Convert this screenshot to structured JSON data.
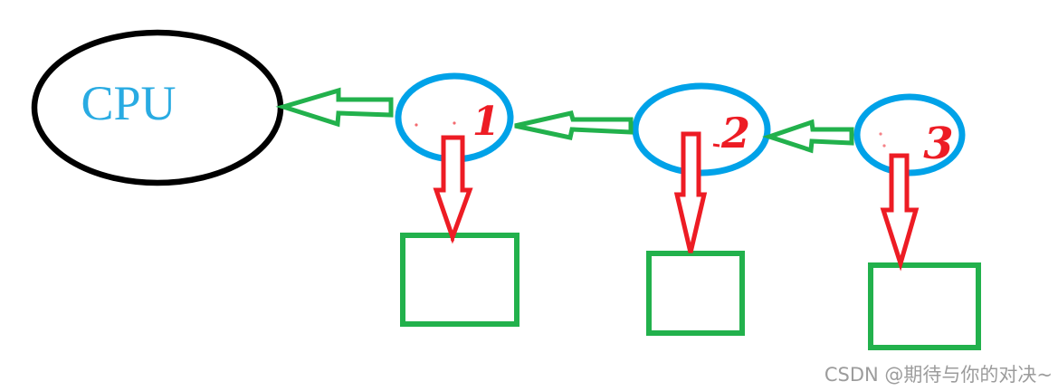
{
  "diagram": {
    "description": "Hand-drawn diagram of a CPU connected to a chain of three numbered cache/node ellipses, each pointing down to a memory box",
    "cpu": {
      "label": "CPU"
    },
    "nodes": [
      {
        "label": "1"
      },
      {
        "label": "2"
      },
      {
        "label": "3"
      }
    ],
    "watermark": "CSDN @期待与你的对决~",
    "colors": {
      "background": "#FFFFFF",
      "cpu_stroke": "#000000",
      "cpu_text": "#29ABE2",
      "node_stroke": "#00A2E8",
      "green": "#22B14C",
      "red": "#ED1C24",
      "watermark_gray": "#9C9C9C"
    }
  }
}
